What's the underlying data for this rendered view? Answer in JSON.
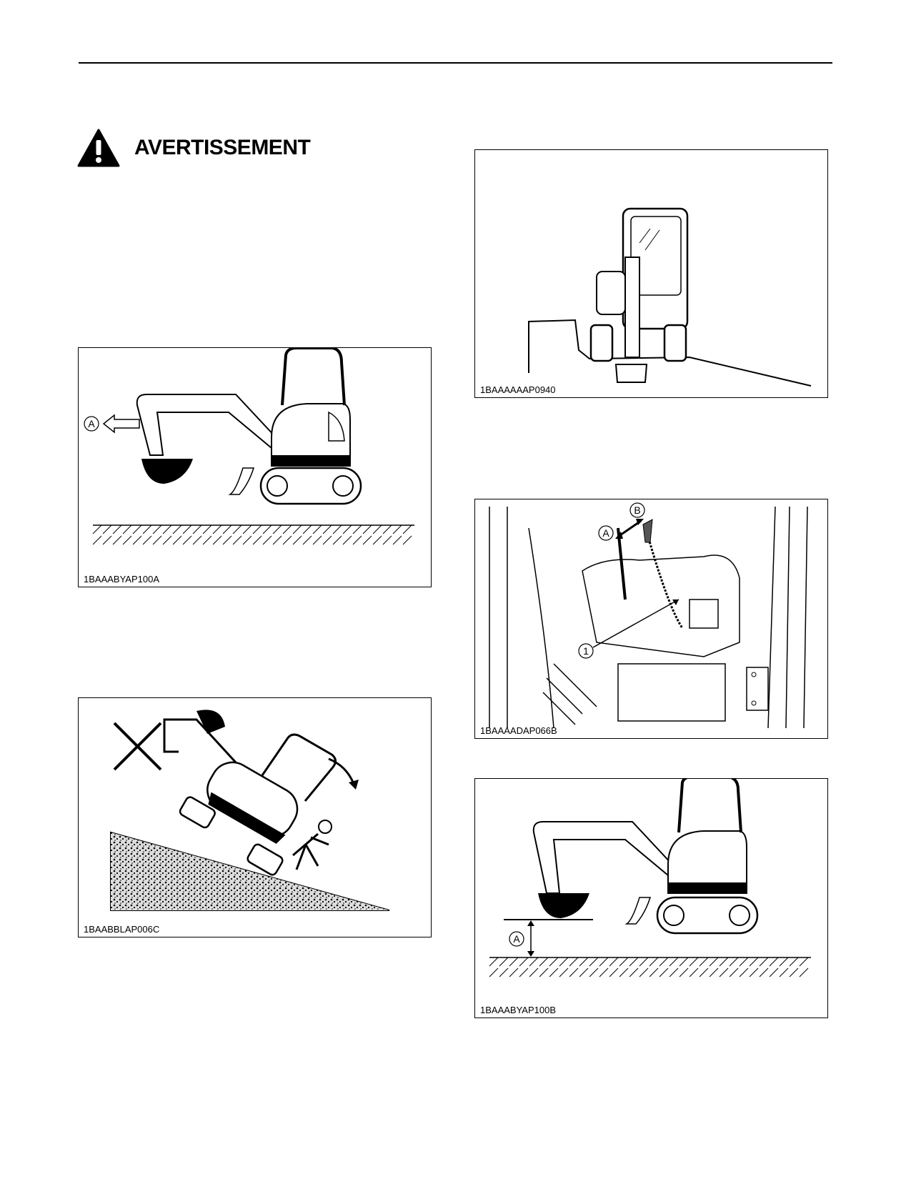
{
  "page": {
    "warning_title": "AVERTISSEMENT"
  },
  "figures": {
    "fig1": {
      "code": "1BAAABYAP100A",
      "label_a": "A"
    },
    "fig2": {
      "code": "1BAABBLAP006C"
    },
    "fig3": {
      "code": "1BAAAAAAP0940"
    },
    "fig4": {
      "code": "1BAAAADAP066B",
      "label_a": "A",
      "label_b": "B",
      "label_1": "1"
    },
    "fig5": {
      "code": "1BAAABYAP100B",
      "label_a": "A"
    }
  },
  "colors": {
    "ink": "#000000",
    "paper": "#ffffff"
  }
}
